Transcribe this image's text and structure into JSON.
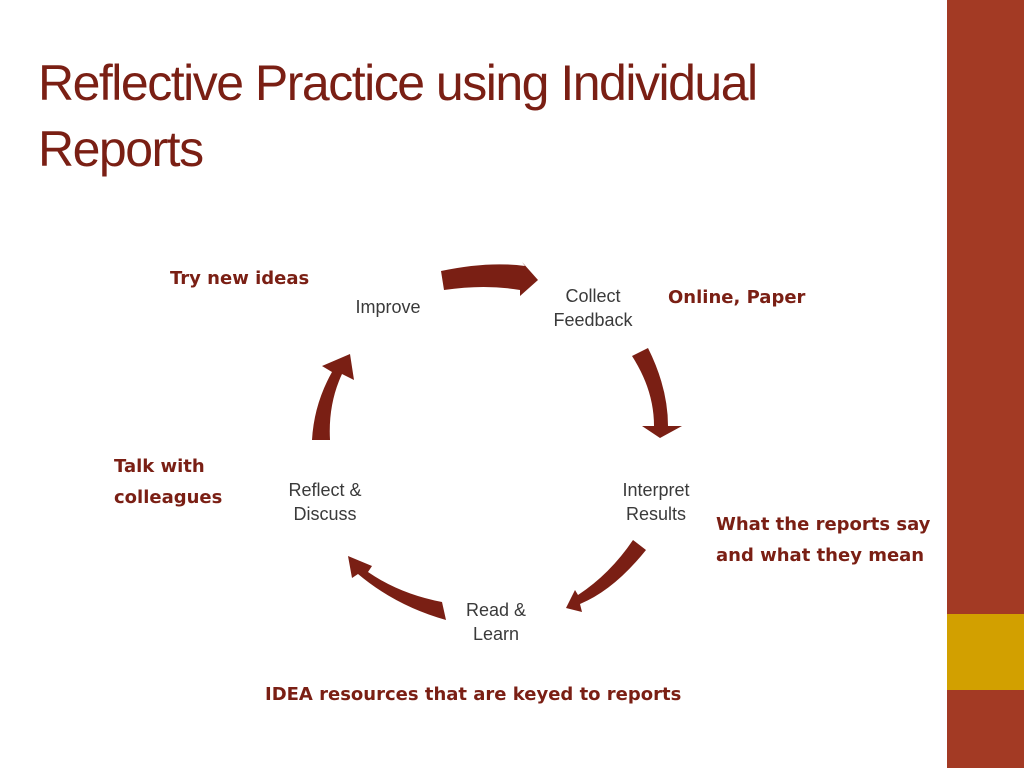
{
  "slide": {
    "title_lines": [
      "Reflective Practice using Individual",
      "Reports"
    ],
    "colors": {
      "title": "#7a1f14",
      "arrow": "#7a1f14",
      "side_bar": "#a33a24",
      "side_accent": "#d2a000"
    }
  },
  "cycle": {
    "nodes": [
      {
        "lines": [
          "Improve"
        ]
      },
      {
        "lines": [
          "Collect",
          "Feedback"
        ]
      },
      {
        "lines": [
          "Interpret",
          "Results"
        ]
      },
      {
        "lines": [
          "Read &",
          "Learn"
        ]
      },
      {
        "lines": [
          "Reflect &",
          "Discuss"
        ]
      }
    ]
  },
  "annotations": {
    "improve": [
      "Try new ideas"
    ],
    "collect": [
      "Online, Paper"
    ],
    "interpret": [
      "What the reports say",
      "and what they mean"
    ],
    "read": [
      "IDEA resources that are keyed to reports"
    ],
    "reflect": [
      "Talk with",
      "colleagues"
    ]
  }
}
